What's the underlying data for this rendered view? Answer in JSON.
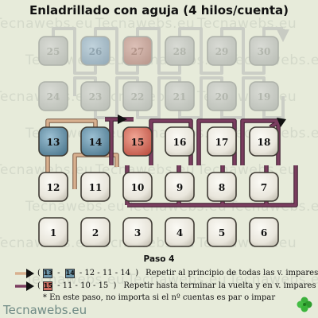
{
  "title": "Enladrillado con aguja (4 hilos/cuenta)",
  "step_label": "Paso 4",
  "watermark_text": "Tecnawebs.eu",
  "brand": "Tecnawebs.eu",
  "colors": {
    "background": "#e7ebda",
    "bead_fill": "#ece9df",
    "bead_faded": "#c3c6bf",
    "bead_blue": "#6f97aa",
    "bead_blue_faded": "#a1b8c4",
    "bead_red": "#cf6f62",
    "bead_red_faded": "#c5a399",
    "thread_tan": "#d8b08f",
    "thread_purple": "#7a3d5f",
    "thread_faded": "#c8cbc3",
    "clover": "#3cb03c"
  },
  "rows": [
    {
      "labels": [
        "25",
        "26",
        "27",
        "28",
        "29",
        "30"
      ],
      "faded": true
    },
    {
      "labels": [
        "24",
        "23",
        "22",
        "21",
        "20",
        "19"
      ],
      "faded": true
    },
    {
      "labels": [
        "13",
        "14",
        "15",
        "16",
        "17",
        "18"
      ],
      "faded": false
    },
    {
      "labels": [
        "12",
        "11",
        "10",
        "9",
        "8",
        "7"
      ],
      "faded": false
    },
    {
      "labels": [
        "1",
        "2",
        "3",
        "4",
        "5",
        "6"
      ],
      "faded": false
    }
  ],
  "highlighted_beads": {
    "13": "blue",
    "14": "blue",
    "15": "red",
    "26": "blue",
    "27": "red"
  },
  "legend": [
    {
      "paren_open": "(",
      "items": [
        {
          "text": "13",
          "swatch": "blue"
        },
        {
          "text": " - ",
          "swatch": null
        },
        {
          "text": "14",
          "swatch": "blue"
        },
        {
          "text": " - 12 - 11 - 14 ",
          "swatch": null
        }
      ],
      "paren_close": ")",
      "description": "Repetir al principio de todas las v. impares",
      "thread": "tan"
    },
    {
      "paren_open": "(",
      "items": [
        {
          "text": "15",
          "swatch": "red"
        },
        {
          "text": " - 11 - 10 - 15 ",
          "swatch": null
        }
      ],
      "paren_close": ")",
      "description": "Repetir hasta terminar la vuelta y en v. impares",
      "thread": "purple"
    }
  ],
  "note": "* En este paso, no importa si el nº cuentas es par o impar"
}
